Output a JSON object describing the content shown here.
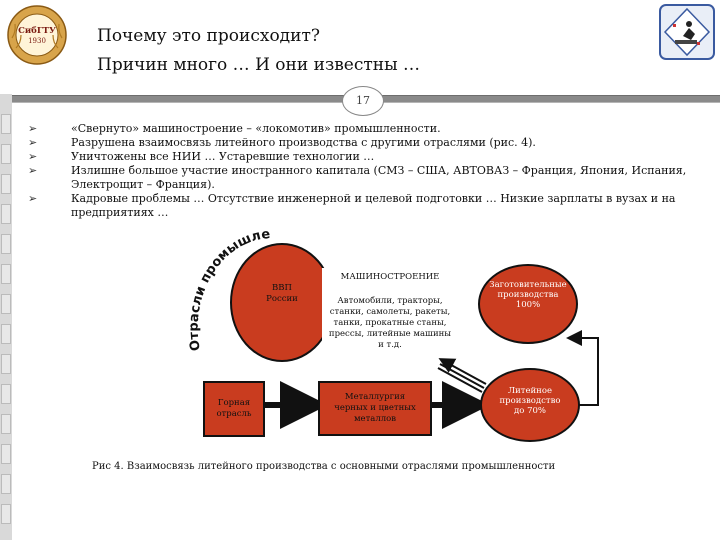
{
  "header": {
    "title_line1": "Почему это происходит?",
    "title_line2": "Причин много … И они известны …",
    "slide_number": "17"
  },
  "logo_left": {
    "top_text": "СибГТУ",
    "bottom_text": "1930",
    "ring_color": "#c68a2a"
  },
  "bullets": [
    "«Свернуто» машиностроение – «локомотив» промышленности.",
    "Разрушена взаимосвязь литейного производства с другими отраслями (рис. 4).",
    "Уничтожены все НИИ … Устаревшие технологии …",
    "Излишне большое участие иностранного капитала (СМЗ – США, АВТОВАЗ – Франция, Япония, Испания, Электрощит – Франция).",
    "Кадровые проблемы … Отсутствие инженерной и целевой подготовки … Низкие зарплаты в вузах и на предприятиях …"
  ],
  "diagram": {
    "arc_text": "Отрасли промышленности",
    "vvp": [
      "ВВП",
      "России"
    ],
    "machine_title": "МАШИНОСТРОЕНИЕ",
    "machine_body": [
      "Автомобили, тракторы,",
      "станки, самолеты, ракеты,",
      "танки, прокатные станы,",
      "прессы, литейные машины",
      "и т.д."
    ],
    "zagot": [
      "Заготовительные",
      "производства",
      "100%"
    ],
    "gornaya": [
      "Горная",
      "отрасль"
    ],
    "metallurgy": [
      "Металлургия",
      "черных и цветных",
      "металлов"
    ],
    "liteynoe": [
      "Литейное",
      "производство",
      "до 70%"
    ],
    "accent_color": "#c93c1f"
  },
  "caption": "Рис 4. Взаимосвязь литейного производства с основными отраслями промышленности"
}
